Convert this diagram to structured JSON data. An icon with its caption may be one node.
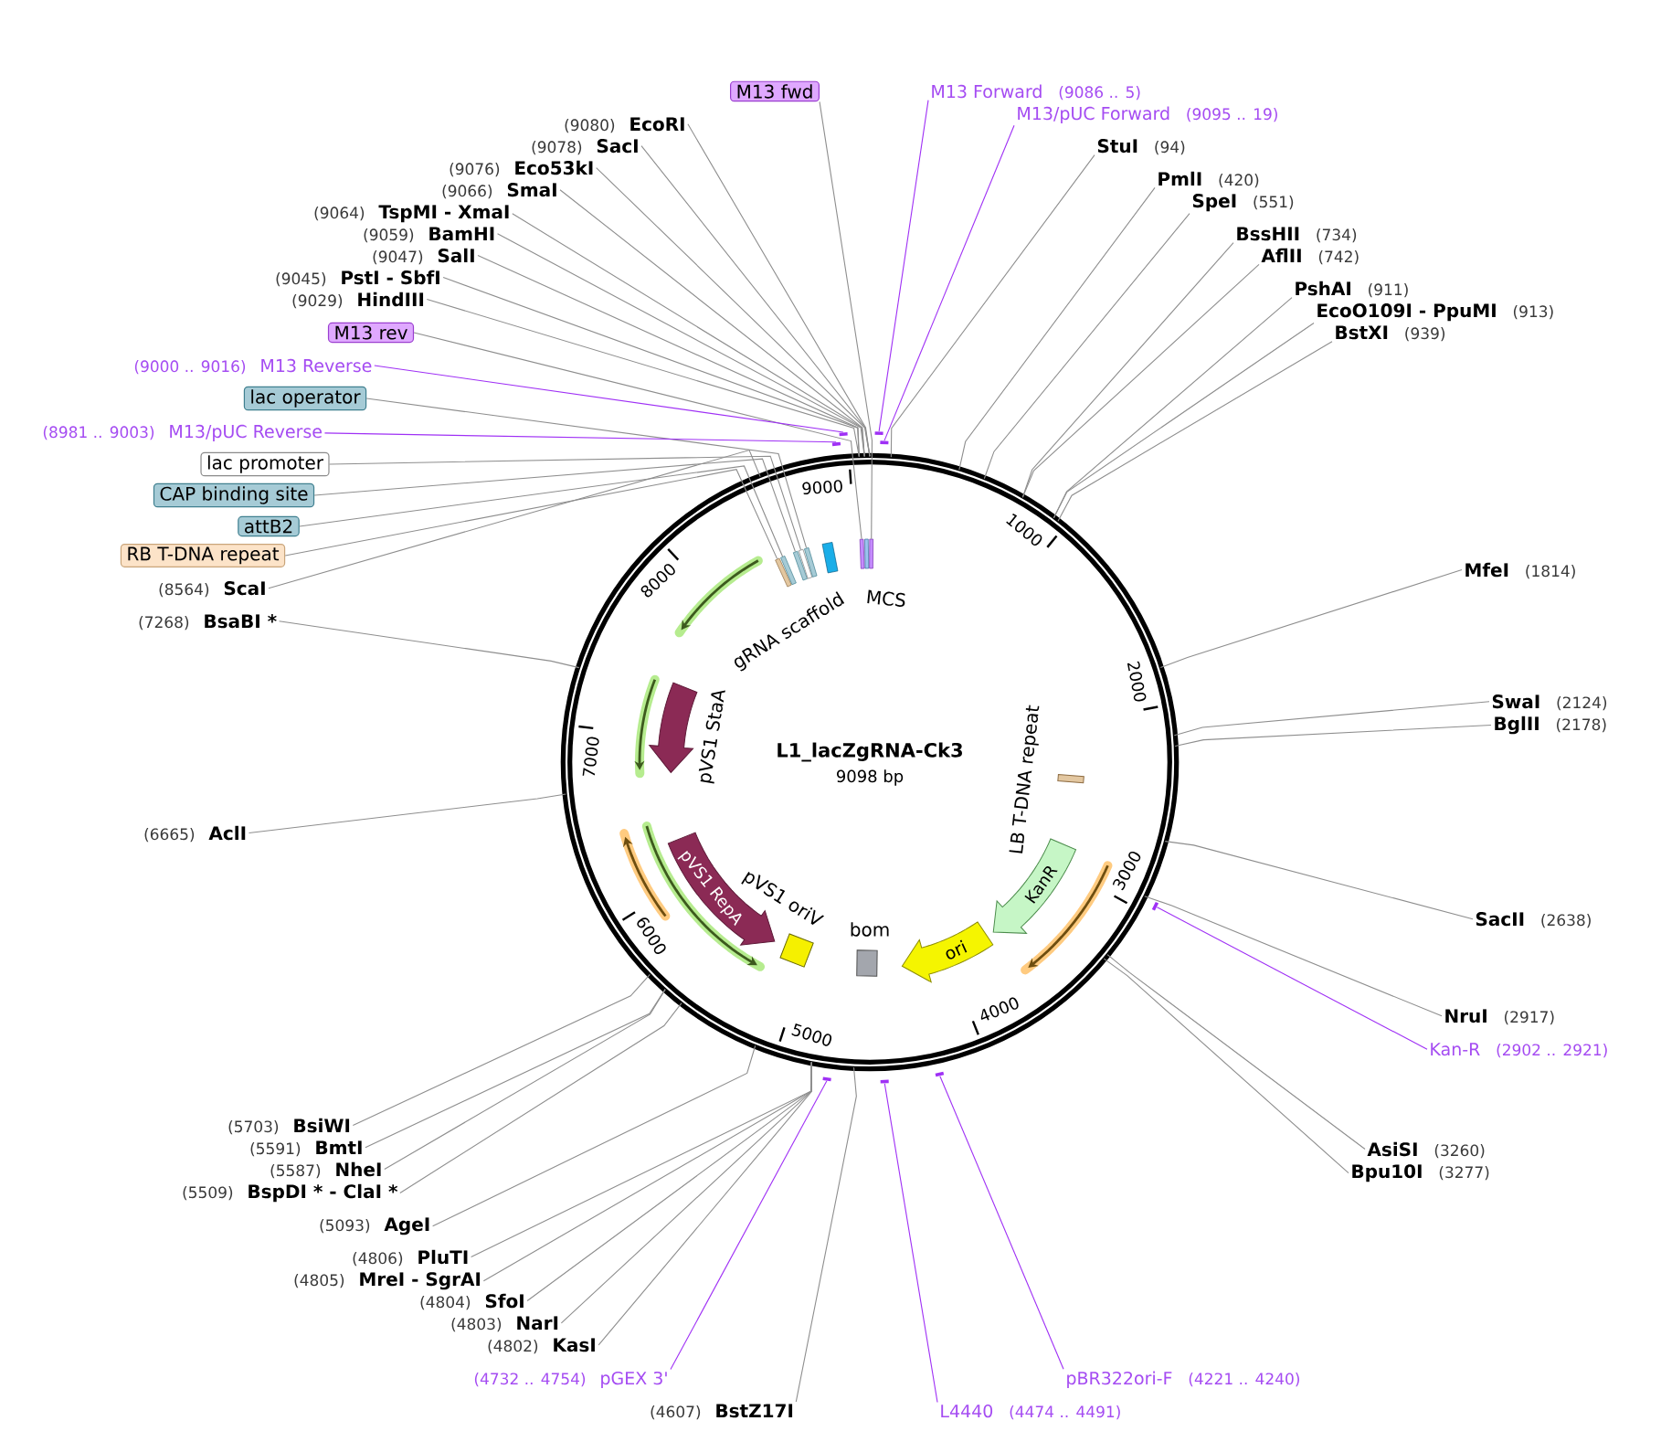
{
  "diagram": {
    "nodes": [
      {
        "text": [
          "M13 fwd"
        ]
      },
      {
        "text": [
          "EcoRI"
        ],
        "beside": [
          "(9080)"
        ]
      },
      {
        "text": [
          "SacI"
        ],
        "beside": [
          "(9078)"
        ]
      },
      {
        "text": [
          "Eco53kI"
        ],
        "beside": [
          "(9076)"
        ]
      },
      {
        "text": [
          "SmaI"
        ],
        "beside": [
          "(9066)"
        ]
      },
      {
        "text": [
          "TspMI - XmaI"
        ],
        "beside": [
          "(9064)"
        ]
      },
      {
        "text": [
          "BamHI"
        ],
        "beside": [
          "(9059)"
        ]
      },
      {
        "text": [
          "SalI"
        ],
        "beside": [
          "(9047)"
        ]
      },
      {
        "text": [
          "PstI - SbfI"
        ],
        "beside": [
          "(9045)"
        ]
      },
      {
        "text": [
          "HindIII"
        ],
        "beside": [
          "(9029)"
        ]
      },
      {
        "text": [
          "M13 rev"
        ]
      },
      {
        "text": [
          "M13 Reverse"
        ],
        "beside": [
          "(9000 .. 9016)"
        ]
      },
      {
        "text": [
          "lac operator"
        ]
      },
      {
        "text": [
          "M13/pUC Reverse"
        ],
        "beside": [
          "(8981 .. 9003)"
        ]
      },
      {
        "text": [
          "lac promoter"
        ]
      },
      {
        "text": [
          "CAP binding site"
        ]
      },
      {
        "text": [
          "attB2"
        ]
      },
      {
        "text": [
          "RB T-DNA repeat"
        ]
      },
      {
        "text": [
          "ScaI"
        ],
        "beside": [
          "(8564)"
        ]
      },
      {
        "text": [
          "BsaBI *"
        ],
        "beside": [
          "(7268)"
        ]
      },
      {
        "text": [
          "AclI"
        ],
        "beside": [
          "(6665)"
        ]
      },
      {
        "text": [
          "M13 Forward"
        ],
        "beside": [
          "(9086 .. 5)"
        ]
      },
      {
        "text": [
          "M13/pUC Forward"
        ],
        "beside": [
          "(9095 .. 19)"
        ]
      },
      {
        "text": [
          "StuI"
        ],
        "beside": [
          "(94)"
        ]
      },
      {
        "text": [
          "PmlI"
        ],
        "beside": [
          "(420)"
        ]
      },
      {
        "text": [
          "SpeI"
        ],
        "beside": [
          "(551)"
        ]
      },
      {
        "text": [
          "BssHII"
        ],
        "beside": [
          "(734)"
        ]
      },
      {
        "text": [
          "AflII"
        ],
        "beside": [
          "(742)"
        ]
      },
      {
        "text": [
          "PshAI"
        ],
        "beside": [
          "(911)"
        ]
      },
      {
        "text": [
          "EcoO109I - PpuMI"
        ],
        "beside": [
          "(913)"
        ]
      },
      {
        "text": [
          "BstXI"
        ],
        "beside": [
          "(939)"
        ]
      },
      {
        "text": [
          "MfeI"
        ],
        "beside": [
          "(1814)"
        ]
      },
      {
        "text": [
          "SwaI"
        ],
        "beside": [
          "(2124)"
        ]
      },
      {
        "text": [
          "BglII"
        ],
        "beside": [
          "(2178)"
        ]
      },
      {
        "text": [
          "SacII"
        ],
        "beside": [
          "(2638)"
        ]
      },
      {
        "text": [
          "NruI"
        ],
        "beside": [
          "(2917)"
        ]
      },
      {
        "text": [
          "Kan-R"
        ],
        "beside": [
          "(2902 .. 2921)"
        ]
      },
      {
        "text": [
          "AsiSI"
        ],
        "beside": [
          "(3260)"
        ]
      },
      {
        "text": [
          "Bpu10I"
        ],
        "beside": [
          "(3277)"
        ]
      },
      {
        "text": [
          "BsiWI"
        ],
        "beside": [
          "(5703)"
        ]
      },
      {
        "text": [
          "BmtI"
        ],
        "beside": [
          "(5591)"
        ]
      },
      {
        "text": [
          "NheI"
        ],
        "beside": [
          "(5587)"
        ]
      },
      {
        "text": [
          "BspDI * - ClaI *"
        ],
        "beside": [
          "(5509)"
        ]
      },
      {
        "text": [
          "AgeI"
        ],
        "beside": [
          "(5093)"
        ]
      },
      {
        "text": [
          "PluTI"
        ],
        "beside": [
          "(4806)"
        ]
      },
      {
        "text": [
          "MreI - SgrAI"
        ],
        "beside": [
          "(4805)"
        ]
      },
      {
        "text": [
          "SfoI"
        ],
        "beside": [
          "(4804)"
        ]
      },
      {
        "text": [
          "NarI"
        ],
        "beside": [
          "(4803)"
        ]
      },
      {
        "text": [
          "KasI"
        ],
        "beside": [
          "(4802)"
        ]
      },
      {
        "text": [
          "pGEX 3'"
        ],
        "beside": [
          "(4732 .. 4754)"
        ]
      },
      {
        "text": [
          "BstZ17I"
        ],
        "beside": [
          "(4607)"
        ]
      },
      {
        "text": [
          "pBR322ori-F"
        ],
        "beside": [
          "(4221 .. 4240)"
        ]
      },
      {
        "text": [
          "L4440"
        ],
        "beside": [
          "(4474 .. 4491)"
        ]
      },
      {
        "text": [
          "L1_lacZgRNA-Ck3",
          "9098 bp"
        ]
      },
      {
        "text": [],
        "shape": "box",
        "in": 53
      },
      {
        "text": [],
        "shape": "box",
        "in": 53
      },
      {
        "text": [],
        "shape": "box",
        "in": 53
      },
      {
        "text": [],
        "shape": "box",
        "in": 53
      },
      {
        "text": [],
        "shape": "box",
        "in": 53
      },
      {
        "text": [
          "gRNA scaffold"
        ],
        "in": 53
      },
      {
        "text": [],
        "shape": "box",
        "in": 53
      },
      {
        "text": [
          "MCS"
        ],
        "in": 53
      },
      {
        "text": [],
        "shape": "box",
        "in": 53
      },
      {
        "text": [],
        "shape": "arrow",
        "in": 53
      },
      {
        "text": [],
        "shape": "arrow",
        "in": 53
      },
      {
        "text": [
          "pVS1 StaA"
        ],
        "in": 53
      },
      {
        "text": [
          "LB T-DNA repeat"
        ],
        "in": 53
      },
      {
        "text": [],
        "shape": "arrow",
        "in": 53
      },
      {
        "text": [],
        "shape": "arrow",
        "in": 53
      },
      {
        "text": [
          "pVS1 RepA"
        ],
        "in": 53
      },
      {
        "text": [
          "KanR"
        ],
        "in": 53
      },
      {
        "text": [],
        "shape": "arrow",
        "in": 53
      },
      {
        "text": [
          "pVS1 oriV"
        ],
        "in": 53
      },
      {
        "text": [
          "bom"
        ],
        "in": 53
      },
      {
        "text": [
          "ori"
        ],
        "in": 53
      },
      {
        "text": [],
        "shape": "bar"
      },
      {
        "text": [],
        "shape": "bar"
      },
      {
        "text": [],
        "shape": "bar"
      },
      {
        "text": [],
        "shape": "bar"
      },
      {
        "text": [],
        "shape": "bar"
      },
      {
        "text": [],
        "shape": "bar"
      },
      {
        "text": [],
        "shape": "bar"
      },
      {
        "text": [],
        "shape": "bar"
      }
    ],
    "edges": [
      {
        "from": 0,
        "to": 62,
        "arrow": "none"
      },
      {
        "from": 1,
        "to": 53,
        "arrow": "none"
      },
      {
        "from": 2,
        "to": 53,
        "arrow": "none"
      },
      {
        "from": 3,
        "to": 53,
        "arrow": "none"
      },
      {
        "from": 4,
        "to": 53,
        "arrow": "none"
      },
      {
        "from": 5,
        "to": 53,
        "arrow": "none"
      },
      {
        "from": 6,
        "to": 53,
        "arrow": "none"
      },
      {
        "from": 7,
        "to": 53,
        "arrow": "none"
      },
      {
        "from": 8,
        "to": 53,
        "arrow": "none"
      },
      {
        "from": 9,
        "to": 53,
        "arrow": "none"
      },
      {
        "from": 10,
        "to": 60,
        "arrow": "none"
      },
      {
        "from": 11,
        "to": 76,
        "arrow": "none",
        "color": "#9f30f5"
      },
      {
        "from": 12,
        "to": 58,
        "arrow": "none"
      },
      {
        "from": 13,
        "to": 75,
        "arrow": "none",
        "color": "#9f30f5"
      },
      {
        "from": 14,
        "to": 57,
        "arrow": "none"
      },
      {
        "from": 15,
        "to": 56,
        "arrow": "none"
      },
      {
        "from": 16,
        "to": 55,
        "arrow": "none"
      },
      {
        "from": 17,
        "to": 54,
        "arrow": "none"
      },
      {
        "from": 18,
        "to": 53,
        "arrow": "none"
      },
      {
        "from": 19,
        "to": 53,
        "arrow": "none"
      },
      {
        "from": 20,
        "to": 53,
        "arrow": "none"
      },
      {
        "from": 21,
        "to": 77,
        "arrow": "none",
        "color": "#9f30f5"
      },
      {
        "from": 22,
        "to": 78,
        "arrow": "none",
        "color": "#9f30f5"
      },
      {
        "from": 23,
        "to": 53,
        "arrow": "none"
      },
      {
        "from": 24,
        "to": 53,
        "arrow": "none"
      },
      {
        "from": 25,
        "to": 53,
        "arrow": "none"
      },
      {
        "from": 26,
        "to": 53,
        "arrow": "none"
      },
      {
        "from": 27,
        "to": 53,
        "arrow": "none"
      },
      {
        "from": 28,
        "to": 53,
        "arrow": "none"
      },
      {
        "from": 29,
        "to": 53,
        "arrow": "none"
      },
      {
        "from": 30,
        "to": 53,
        "arrow": "none"
      },
      {
        "from": 31,
        "to": 53,
        "arrow": "none"
      },
      {
        "from": 32,
        "to": 53,
        "arrow": "none"
      },
      {
        "from": 33,
        "to": 53,
        "arrow": "none"
      },
      {
        "from": 34,
        "to": 53,
        "arrow": "none"
      },
      {
        "from": 35,
        "to": 53,
        "arrow": "none"
      },
      {
        "from": 36,
        "to": 79,
        "arrow": "none",
        "color": "#9f30f5"
      },
      {
        "from": 37,
        "to": 53,
        "arrow": "none"
      },
      {
        "from": 38,
        "to": 53,
        "arrow": "none"
      },
      {
        "from": 39,
        "to": 53,
        "arrow": "none"
      },
      {
        "from": 40,
        "to": 53,
        "arrow": "none"
      },
      {
        "from": 41,
        "to": 53,
        "arrow": "none"
      },
      {
        "from": 42,
        "to": 53,
        "arrow": "none"
      },
      {
        "from": 43,
        "to": 53,
        "arrow": "none"
      },
      {
        "from": 44,
        "to": 53,
        "arrow": "none"
      },
      {
        "from": 45,
        "to": 53,
        "arrow": "none"
      },
      {
        "from": 46,
        "to": 53,
        "arrow": "none"
      },
      {
        "from": 47,
        "to": 53,
        "arrow": "none"
      },
      {
        "from": 48,
        "to": 53,
        "arrow": "none"
      },
      {
        "from": 49,
        "to": 80,
        "arrow": "none",
        "color": "#9f30f5"
      },
      {
        "from": 50,
        "to": 53,
        "arrow": "none"
      },
      {
        "from": 51,
        "to": 82,
        "arrow": "none",
        "color": "#9f30f5"
      },
      {
        "from": 52,
        "to": 81,
        "arrow": "none",
        "color": "#9f30f5"
      }
    ],
    "labels": [
      "9000",
      "1000",
      "8000",
      "2000",
      "7000",
      "3000",
      "6000",
      "4000",
      "5000"
    ]
  }
}
